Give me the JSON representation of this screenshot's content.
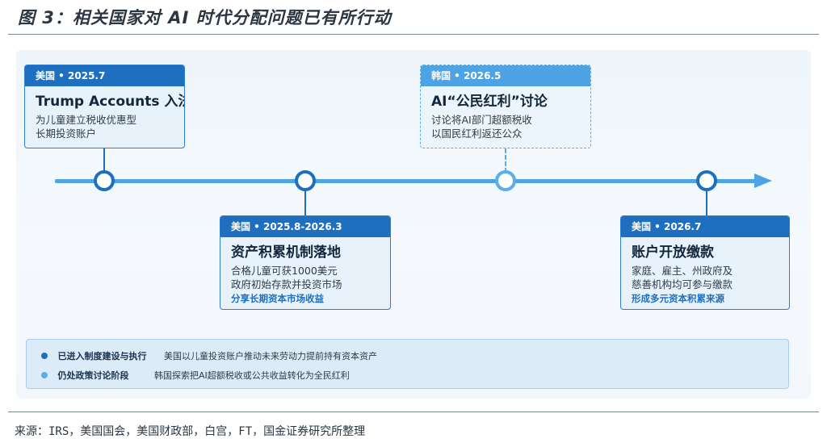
{
  "figure_title": "图 3：相关国家对 AI 时代分配问题已有所行动",
  "timeline": [
    {
      "tag": "美国 • 2025.7",
      "title": "Trump Accounts 入法",
      "body_lines": [
        "为儿童建立税收优惠型",
        "长期投资账户"
      ],
      "note": ""
    },
    {
      "tag": "美国 • 2025.8-2026.3",
      "title": "资产积累机制落地",
      "body_lines": [
        "合格儿童可获1000美元",
        "政府初始存款并投资市场"
      ],
      "note": "分享长期资本市场收益"
    },
    {
      "tag": "韩国 • 2026.5",
      "title": "AI“公民红利”讨论",
      "body_lines": [
        "讨论将AI部门超额税收",
        "以国民红利返还公众"
      ],
      "note": ""
    },
    {
      "tag": "美国 • 2026.7",
      "title": "账户开放缴款",
      "body_lines": [
        "家庭、雇主、州政府及",
        "慈善机构均可参与缴款"
      ],
      "note": "形成多元资本积累来源"
    }
  ],
  "legend": [
    {
      "label": "已进入制度建设与执行",
      "desc": "美国以儿童投资账户推动未来劳动力提前持有资本资产",
      "color": "#1f6fbf"
    },
    {
      "label": "仍处政策讨论阶段",
      "desc": "韩国探索把AI超额税收或公共收益转化为全民红利",
      "color": "#5aaeea"
    }
  ],
  "source": "来源：IRS，美国国会，美国财政部，白宫，FT，国金证券研究所整理"
}
